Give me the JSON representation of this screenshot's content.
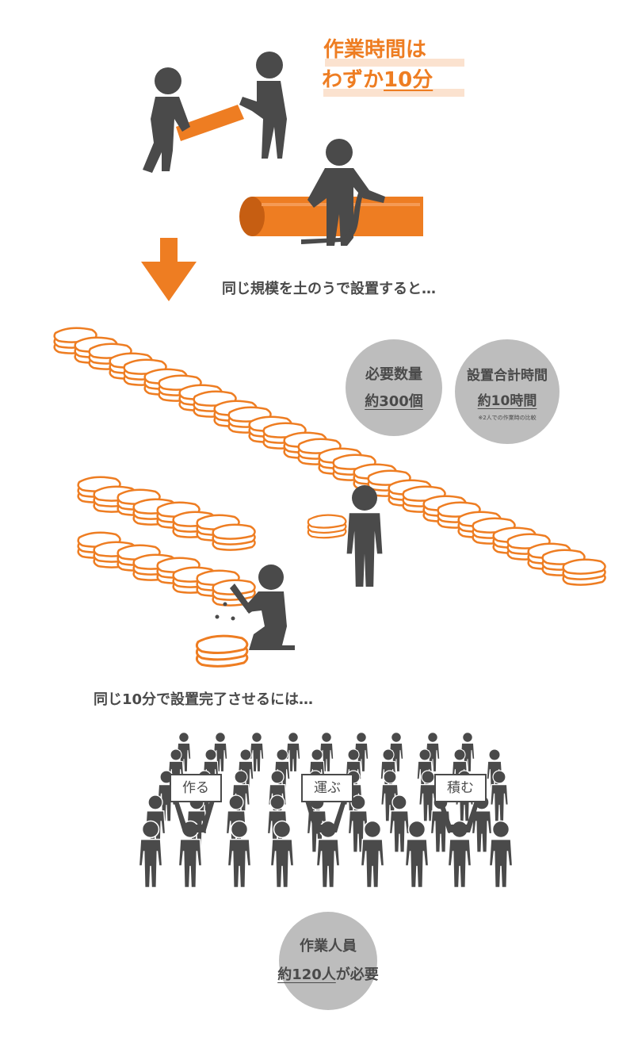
{
  "headline": {
    "line1": "作業時間は",
    "line2_prefix": "わずか",
    "line2_emph": "10分"
  },
  "caption_sandbags": "同じ規模を土のうで設置すると…",
  "circle_count": {
    "label": "必要数量",
    "value": "約300個"
  },
  "circle_time": {
    "label": "設置合計時間",
    "value": "約10時間",
    "note": "※2人での作業時の比較"
  },
  "caption_people": "同じ10分で設置完了させるには…",
  "signs": [
    "作る",
    "運ぶ",
    "積む"
  ],
  "circle_workers": {
    "label": "作業人員",
    "value_emph": "約120人",
    "value_suffix": "が必要"
  },
  "colors": {
    "accent": "#ee7d22",
    "figure": "#4a4a4a",
    "circle": "#bdbdbd"
  }
}
